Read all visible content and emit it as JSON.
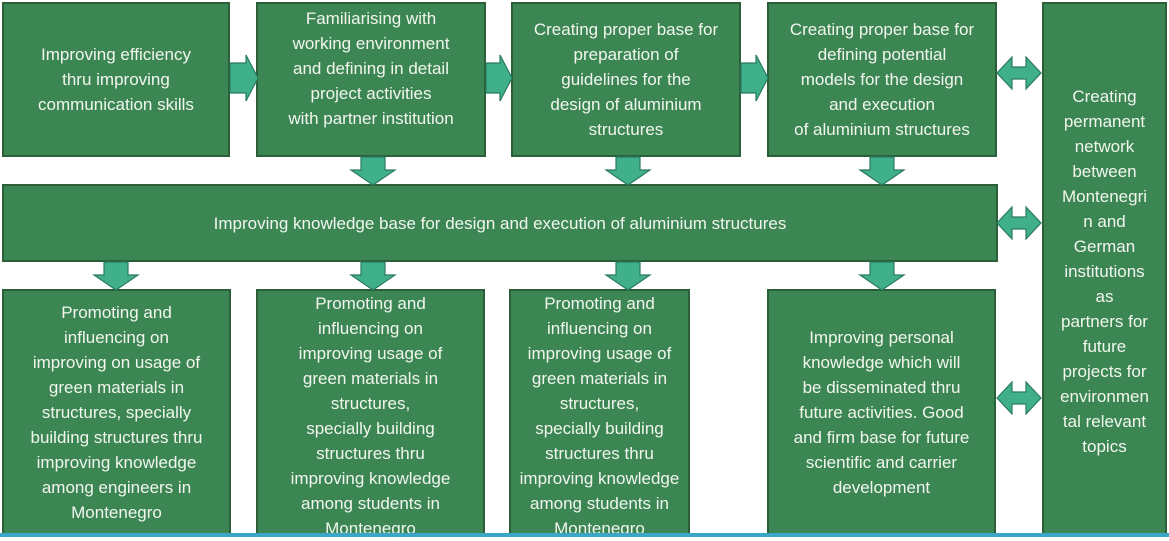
{
  "colors": {
    "box_fill": "#3b8653",
    "box_border": "#2a5f3a",
    "arrow_fill": "#3fb08a",
    "text": "#f2f6ee",
    "bottom_line": "#3aa6c8"
  },
  "top_row": [
    {
      "text": "Improving efficiency\nthru improving\ncommunication skills"
    },
    {
      "text": "Familiarising with\nworking environment\nand defining in detail\nproject activities\nwith partner institution"
    },
    {
      "text": "Creating proper base for\npreparation of\nguidelines for the\ndesign of aluminium\nstructures"
    },
    {
      "text": "Creating proper base for\ndefining potential\nmodels for the design\nand execution\nof aluminium structures"
    }
  ],
  "middle": {
    "text": "Improving knowledge base for design and execution of aluminium structures"
  },
  "bottom_row": [
    {
      "text": "Promoting and\ninfluencing on\nimproving on usage of\ngreen materials in\nstructures, specially\nbuilding structures thru\nimproving knowledge\namong engineers in\nMontenegro"
    },
    {
      "text": "Promoting and\ninfluencing on\nimproving usage of\ngreen materials in\nstructures,\nspecially building\nstructures thru\nimproving knowledge\namong students in\nMontenegro"
    },
    {
      "text": "Promoting and\ninfluencing on\nimproving usage of\ngreen materials in\nstructures,\nspecially building\nstructures thru\nimproving knowledge\namong students in\nMontenegro"
    },
    {
      "text": "Improving personal\nknowledge which will\nbe disseminated thru\nfuture activities. Good\nand firm base for future\nscientific and carrier\ndevelopment"
    }
  ],
  "right_column": {
    "text": "Creating\npermanent\nnetwork\nbetween\nMontenegri\nn and\nGerman\ninstitutions\nas\npartners for\nfuture\nprojects for\nenvironmen\ntal relevant\ntopics"
  }
}
